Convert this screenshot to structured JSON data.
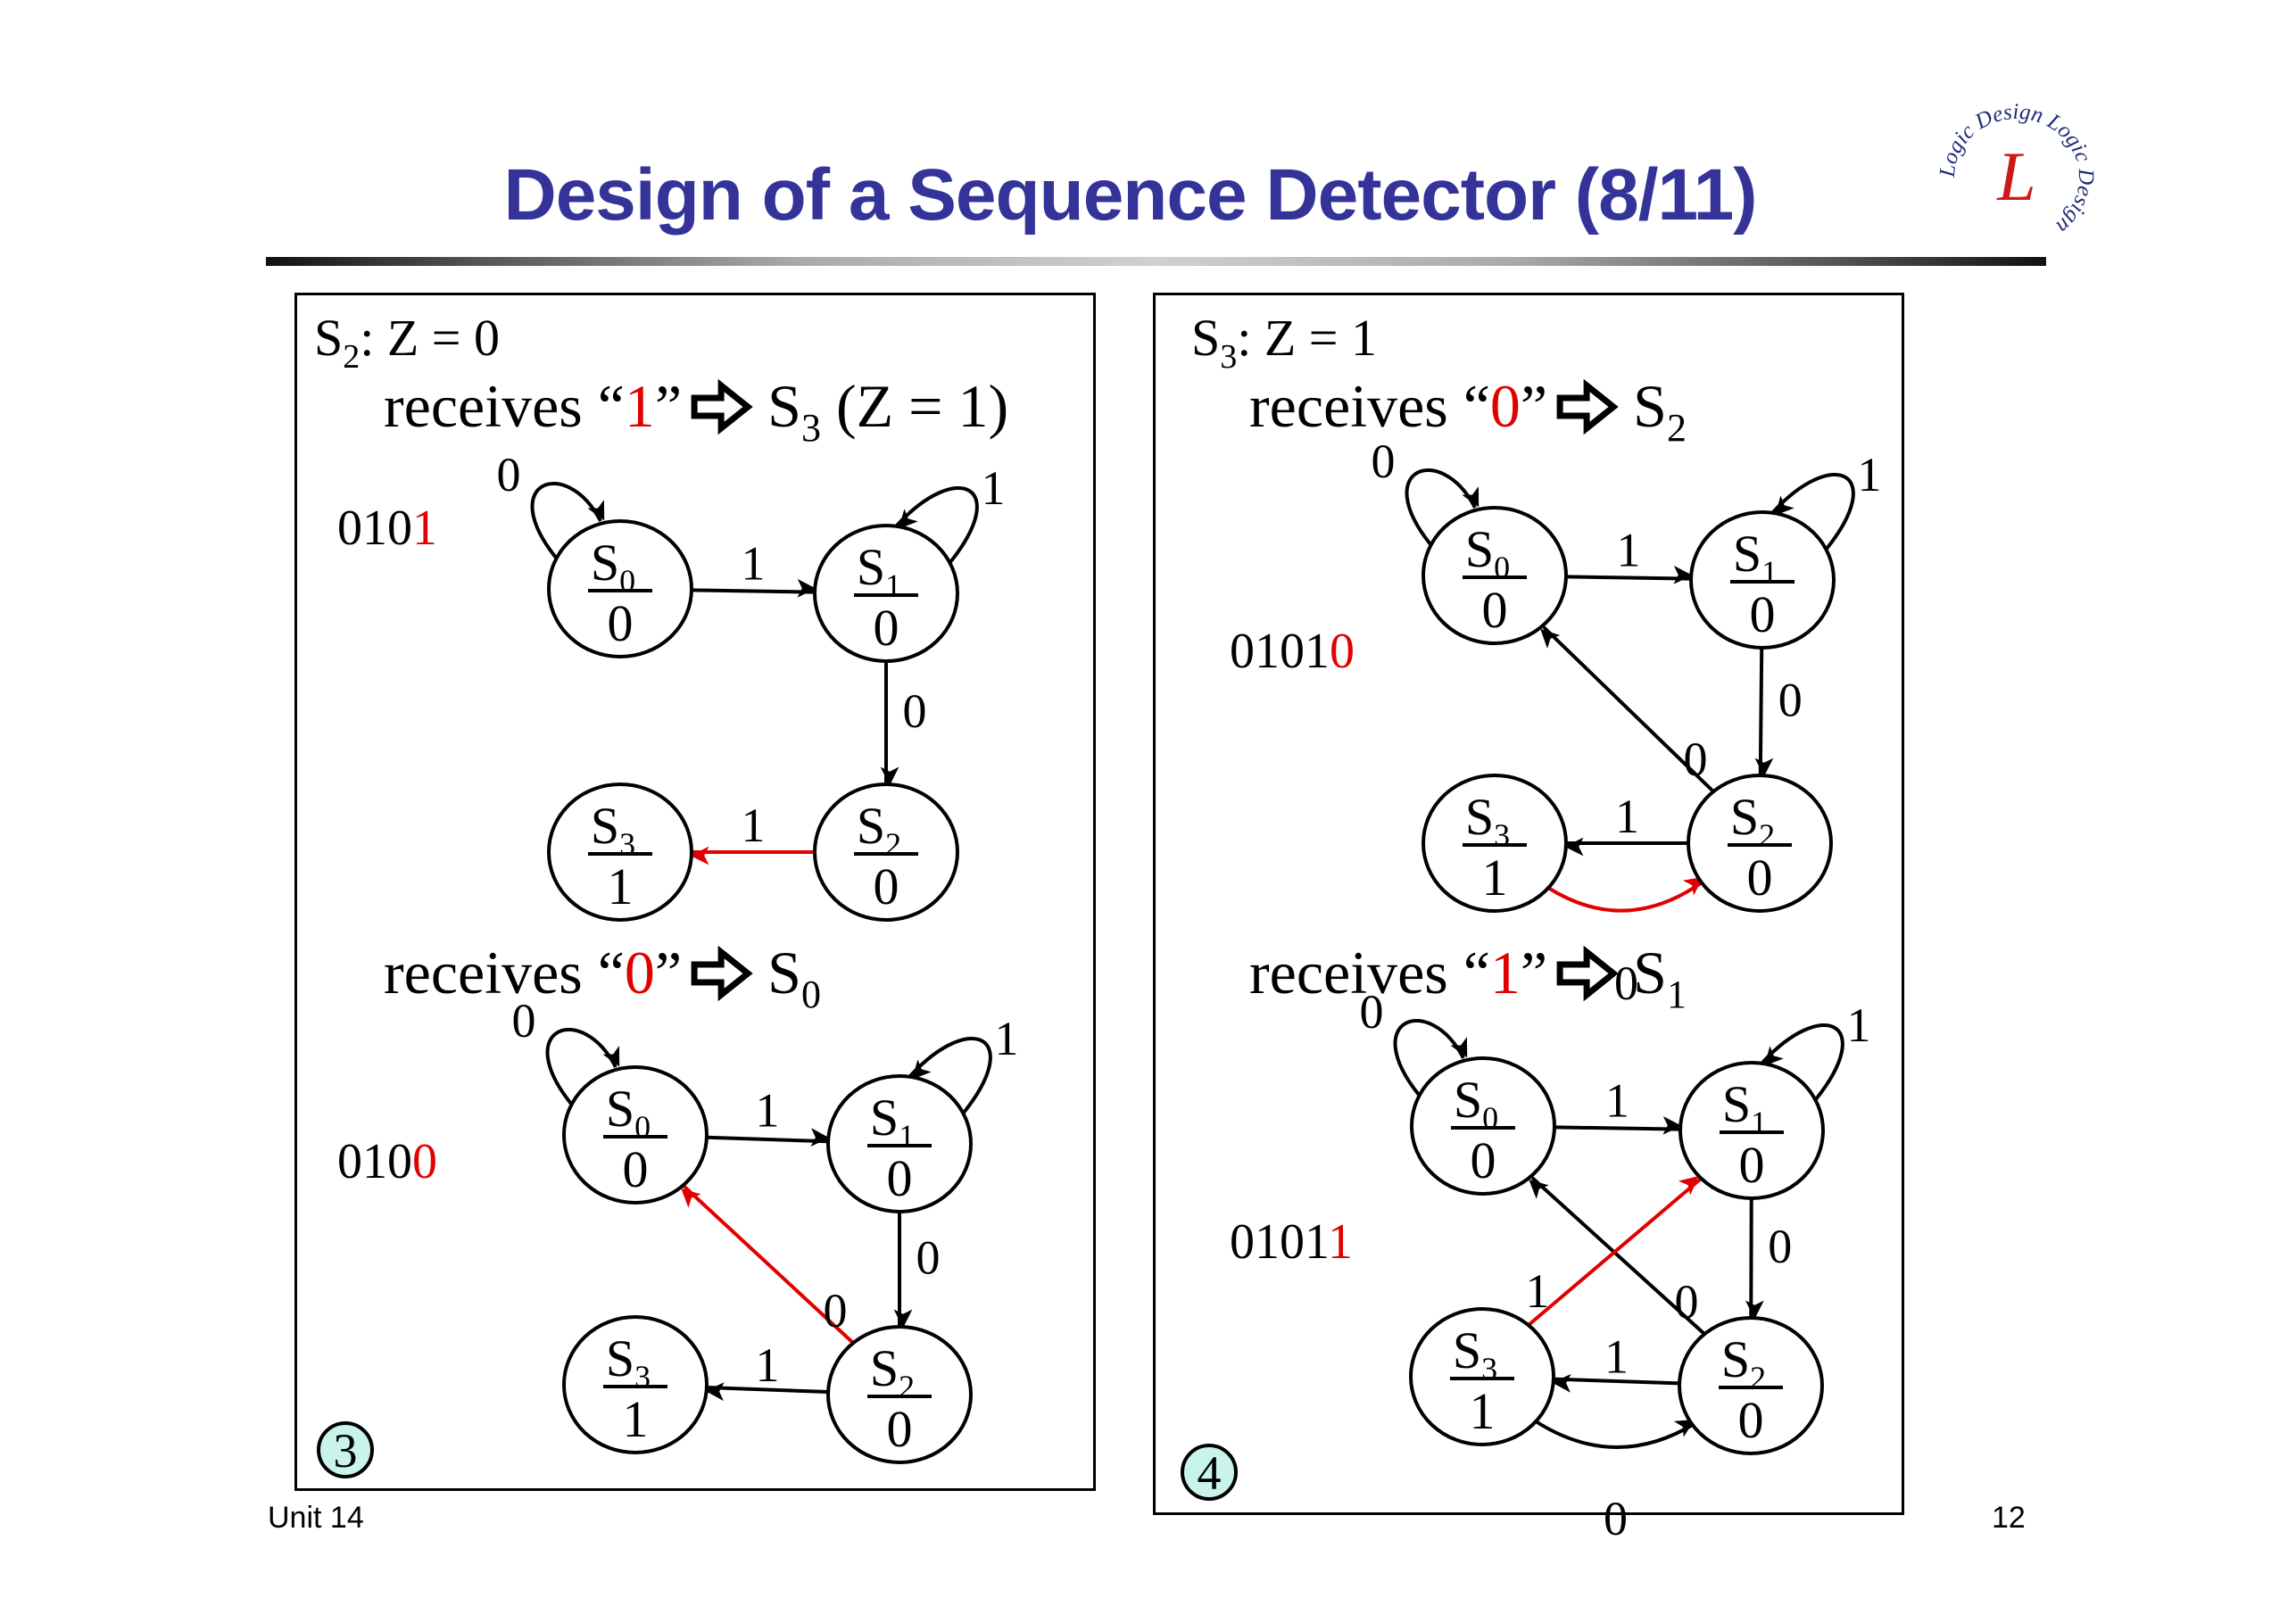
{
  "slide": {
    "title": "Design of a Sequence Detector (8/11)",
    "logo": {
      "icon": "logic-design-logo-icon",
      "ring_text": "Logic Design",
      "center_letter": "L",
      "ring_color": "#1f2a7a",
      "letter_color": "#cc1a1a"
    },
    "footer": {
      "unit": "Unit 14",
      "page": "12"
    }
  },
  "colors": {
    "title": "#333399",
    "highlight": "#e00000",
    "badge_fill": "#c8f4ec",
    "text": "#000000"
  },
  "panels": [
    {
      "id": "left",
      "badge": "3",
      "header": {
        "state": "S",
        "state_sub": "2",
        "rest": ":  Z = 0"
      },
      "sections": [
        {
          "receives": {
            "prefix": "receives “",
            "bit": "1",
            "suffix": "”",
            "arrow_icon": "outline-right-arrow-icon",
            "target": "S",
            "target_sub": "3",
            "extra": " (Z = 1)"
          },
          "sequence": {
            "prefix": "010",
            "last": "1"
          },
          "diagram": {
            "states": [
              {
                "name": "S",
                "sub": "0",
                "output": "0"
              },
              {
                "name": "S",
                "sub": "1",
                "output": "0"
              },
              {
                "name": "S",
                "sub": "2",
                "output": "0"
              },
              {
                "name": "S",
                "sub": "3",
                "output": "1"
              }
            ],
            "transitions": [
              {
                "from": "S0",
                "to": "S0",
                "input": "0",
                "highlight": false
              },
              {
                "from": "S0",
                "to": "S1",
                "input": "1",
                "highlight": false
              },
              {
                "from": "S1",
                "to": "S1",
                "input": "1",
                "highlight": false
              },
              {
                "from": "S1",
                "to": "S2",
                "input": "0",
                "highlight": false
              },
              {
                "from": "S2",
                "to": "S3",
                "input": "1",
                "highlight": true
              }
            ]
          }
        },
        {
          "receives": {
            "prefix": "receives “",
            "bit": "0",
            "suffix": "”",
            "arrow_icon": "outline-right-arrow-icon",
            "target": "S",
            "target_sub": "0",
            "extra": ""
          },
          "sequence": {
            "prefix": "010",
            "last": "0"
          },
          "diagram": {
            "states": [
              {
                "name": "S",
                "sub": "0",
                "output": "0"
              },
              {
                "name": "S",
                "sub": "1",
                "output": "0"
              },
              {
                "name": "S",
                "sub": "2",
                "output": "0"
              },
              {
                "name": "S",
                "sub": "3",
                "output": "1"
              }
            ],
            "transitions": [
              {
                "from": "S0",
                "to": "S0",
                "input": "0",
                "highlight": false
              },
              {
                "from": "S0",
                "to": "S1",
                "input": "1",
                "highlight": false
              },
              {
                "from": "S1",
                "to": "S1",
                "input": "1",
                "highlight": false
              },
              {
                "from": "S1",
                "to": "S2",
                "input": "0",
                "highlight": false
              },
              {
                "from": "S2",
                "to": "S3",
                "input": "1",
                "highlight": false
              },
              {
                "from": "S2",
                "to": "S0",
                "input": "0",
                "highlight": true
              }
            ]
          }
        }
      ]
    },
    {
      "id": "right",
      "badge": "4",
      "header": {
        "state": "S",
        "state_sub": "3",
        "rest": ":  Z = 1"
      },
      "sections": [
        {
          "receives": {
            "prefix": "receives “",
            "bit": "0",
            "suffix": "”",
            "arrow_icon": "outline-right-arrow-icon",
            "target": "S",
            "target_sub": "2",
            "extra": ""
          },
          "sequence": {
            "prefix": "0101",
            "last": "0"
          },
          "diagram": {
            "states": [
              {
                "name": "S",
                "sub": "0",
                "output": "0"
              },
              {
                "name": "S",
                "sub": "1",
                "output": "0"
              },
              {
                "name": "S",
                "sub": "2",
                "output": "0"
              },
              {
                "name": "S",
                "sub": "3",
                "output": "1"
              }
            ],
            "transitions": [
              {
                "from": "S0",
                "to": "S0",
                "input": "0",
                "highlight": false
              },
              {
                "from": "S0",
                "to": "S1",
                "input": "1",
                "highlight": false
              },
              {
                "from": "S1",
                "to": "S1",
                "input": "1",
                "highlight": false
              },
              {
                "from": "S1",
                "to": "S2",
                "input": "0",
                "highlight": false
              },
              {
                "from": "S2",
                "to": "S0",
                "input": "0",
                "highlight": false
              },
              {
                "from": "S2",
                "to": "S3",
                "input": "1",
                "highlight": false
              },
              {
                "from": "S3",
                "to": "S2",
                "input": "0",
                "highlight": true
              }
            ]
          }
        },
        {
          "receives": {
            "prefix": "receives “",
            "bit": "1",
            "suffix": "”",
            "arrow_icon": "outline-right-arrow-icon",
            "target": "S",
            "target_sub": "1",
            "extra": ""
          },
          "sequence": {
            "prefix": "0101",
            "last": "1"
          },
          "diagram": {
            "states": [
              {
                "name": "S",
                "sub": "0",
                "output": "0"
              },
              {
                "name": "S",
                "sub": "1",
                "output": "0"
              },
              {
                "name": "S",
                "sub": "2",
                "output": "0"
              },
              {
                "name": "S",
                "sub": "3",
                "output": "1"
              }
            ],
            "transitions": [
              {
                "from": "S0",
                "to": "S0",
                "input": "0",
                "highlight": false
              },
              {
                "from": "S0",
                "to": "S1",
                "input": "1",
                "highlight": false
              },
              {
                "from": "S1",
                "to": "S1",
                "input": "1",
                "highlight": false
              },
              {
                "from": "S1",
                "to": "S2",
                "input": "0",
                "highlight": false
              },
              {
                "from": "S2",
                "to": "S0",
                "input": "0",
                "highlight": false
              },
              {
                "from": "S2",
                "to": "S3",
                "input": "1",
                "highlight": false
              },
              {
                "from": "S3",
                "to": "S2",
                "input": "0",
                "highlight": false
              },
              {
                "from": "S3",
                "to": "S1",
                "input": "1",
                "highlight": true
              }
            ]
          }
        }
      ]
    }
  ]
}
